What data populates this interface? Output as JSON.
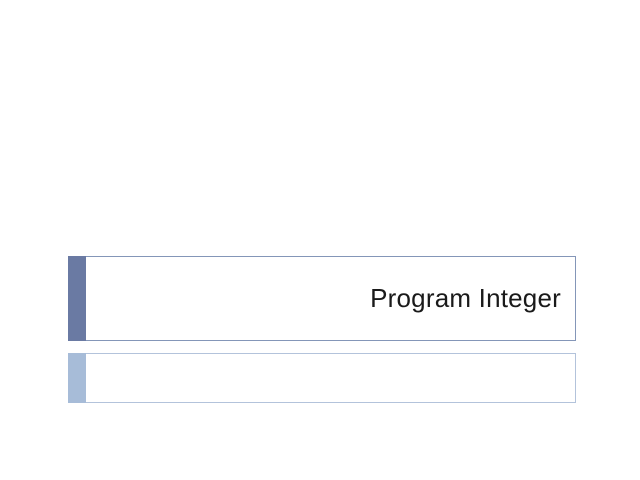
{
  "slide": {
    "background_color": "#ffffff",
    "title": {
      "text": "Program Integer",
      "accent_color": "#6a7aa3",
      "border_color": "#8496b8",
      "align": "right"
    },
    "subtitle": {
      "text": "",
      "accent_color": "#a7bcd8",
      "border_color": "#b3c3db",
      "align": "left"
    }
  }
}
